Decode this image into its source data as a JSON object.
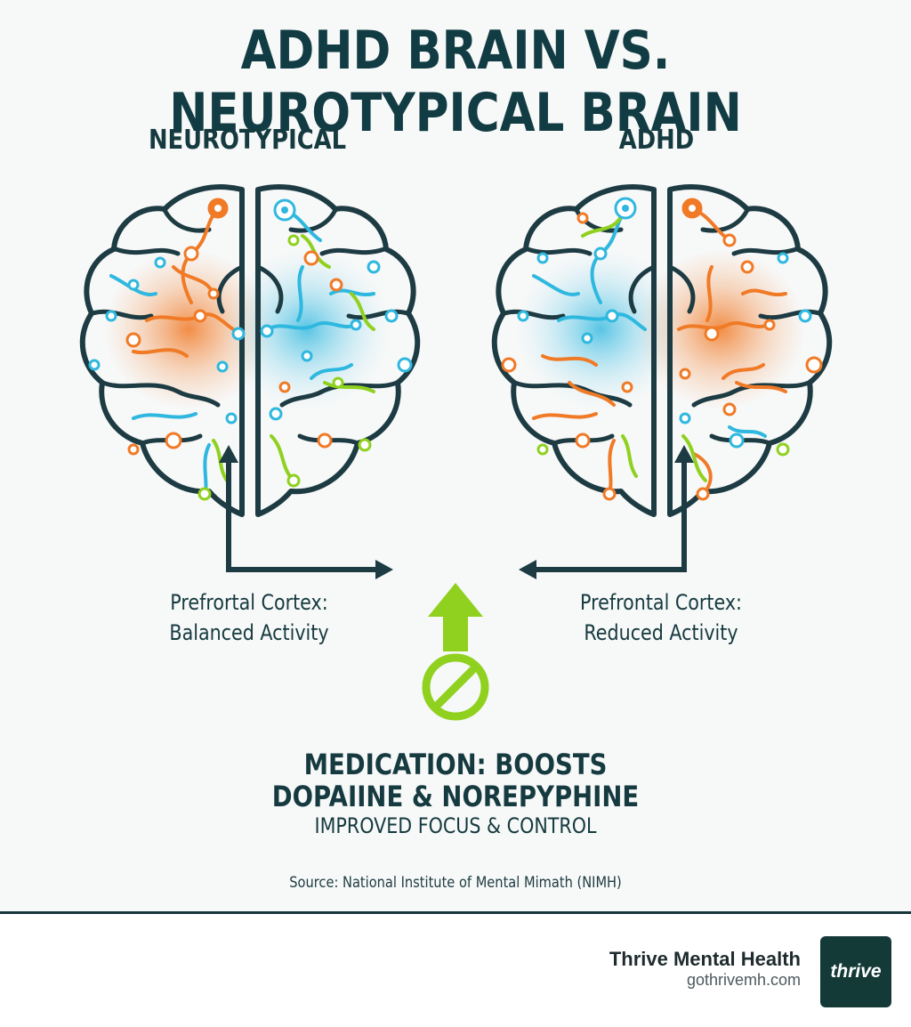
{
  "title": "ADHD BRAIN VS. NEUROTYPICAL BRAIN",
  "columns": {
    "left_heading": "NEUROTYPICAL",
    "right_heading": "ADHD"
  },
  "captions": {
    "left_line1": "Prefrortal Cortex:",
    "left_line2": "Balanced Activity",
    "right_line1": "Prefrontal Cortex:",
    "right_line2": "Reduced Activity"
  },
  "medication": {
    "line1": "MEDICATION: BOOSTS",
    "line2": "DOPAIINE & NOREPYPHINE",
    "line3": "IMPROVED FOCUS & CONTROL"
  },
  "source": "Source: National Institute of Mental Mimath (NIMH)",
  "footer": {
    "brand_name": "Thrive Mental Health",
    "brand_url": "gothrivemh.com",
    "logo_text": "thrive"
  },
  "colors": {
    "outline": "#1d3b42",
    "orange": "#f07a26",
    "blue": "#2fb8df",
    "green": "#8fd11e",
    "title": "#123c43"
  },
  "icons": {
    "center_arrow": "up-arrow-icon",
    "prohibition": "no-sign-icon"
  }
}
